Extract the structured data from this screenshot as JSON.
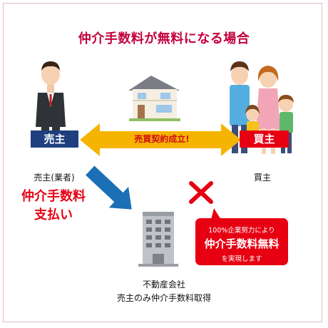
{
  "title": "仲介手数料が無料になる場合",
  "seller": {
    "label": "売主",
    "caption": "売主(業者)"
  },
  "buyer": {
    "label": "買主",
    "caption": "買主"
  },
  "deal": {
    "label": "売買契約成立!"
  },
  "fee_payment": {
    "line1": "仲介手数料",
    "line2": "支払い"
  },
  "callout": {
    "line1": "100%企業努力により",
    "line2": "仲介手数料無料",
    "line3": "を実現します"
  },
  "company": {
    "line1": "不動産会社",
    "line2": "売主のみ仲介手数料取得"
  },
  "colors": {
    "title": "#c4003d",
    "seller_label": "#1f3f7e",
    "buyer_label": "#e60012",
    "arrow": "#f5b400",
    "diag_arrow": "#1a6fb5",
    "accent_red": "#e60012"
  }
}
